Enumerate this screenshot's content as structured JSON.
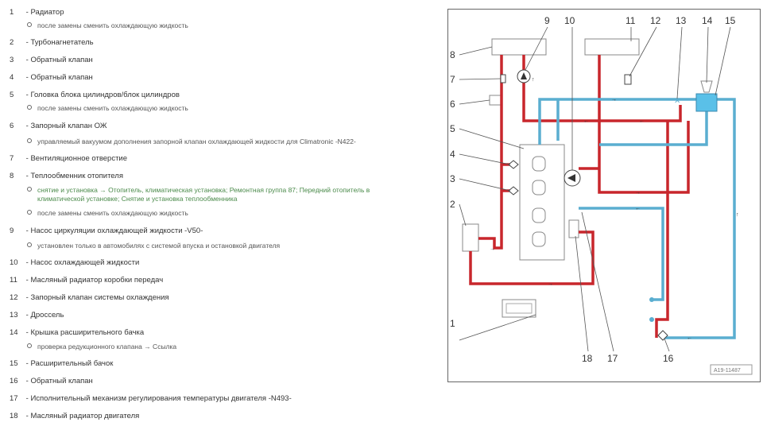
{
  "legend": {
    "items": [
      {
        "num": "1",
        "label": "Радиатор",
        "sub": [
          "после замены сменить охлаждающую жидкость"
        ]
      },
      {
        "num": "2",
        "label": "Турбонагнетатель",
        "sub": []
      },
      {
        "num": "3",
        "label": "Обратный клапан",
        "sub": []
      },
      {
        "num": "4",
        "label": "Обратный клапан",
        "sub": []
      },
      {
        "num": "5",
        "label": "Головка блока цилиндров/блок цилиндров",
        "sub": [
          "после замены сменить охлаждающую жидкость"
        ]
      },
      {
        "num": "6",
        "label": "Запорный клапан ОЖ",
        "sub": [
          "управляемый вакуумом дополнения запорной клапан охлаждающей жидкости для Climatronic -N422-"
        ]
      },
      {
        "num": "7",
        "label": "Вентиляционное отверстие",
        "sub": []
      },
      {
        "num": "8",
        "label": "Теплообменник отопителя",
        "sub": [
          "снятие и установка → Отопитель, климатическая установка; Ремонтная группа 87; Передний отопитель в климатической установке; Снятие и установка теплообменника",
          "после замены сменить охлаждающую жидкость"
        ]
      },
      {
        "num": "9",
        "label": "Насос циркуляции охлаждающей жидкости -V50-",
        "sub": [
          "установлен только в автомобилях с системой впуска и остановкой двигателя"
        ]
      },
      {
        "num": "10",
        "label": "Насос охлаждающей жидкости",
        "sub": []
      },
      {
        "num": "11",
        "label": "Масляный радиатор коробки передач",
        "sub": []
      },
      {
        "num": "12",
        "label": "Запорный клапан системы охлаждения",
        "sub": []
      },
      {
        "num": "13",
        "label": "Дроссель",
        "sub": []
      },
      {
        "num": "14",
        "label": "Крышка расширительного бачка",
        "sub": [
          "проверка редукционного клапана → Ссылка"
        ]
      },
      {
        "num": "15",
        "label": "Расширительный бачок",
        "sub": []
      },
      {
        "num": "16",
        "label": "Обратный клапан",
        "sub": []
      },
      {
        "num": "17",
        "label": "Исполнительный механизм регулирования температуры двигателя -N493-",
        "sub": []
      },
      {
        "num": "18",
        "label": "Масляный радиатор двигателя",
        "sub": []
      }
    ]
  },
  "diagram": {
    "callouts": [
      "1",
      "2",
      "3",
      "4",
      "5",
      "6",
      "7",
      "8",
      "9",
      "10",
      "11",
      "12",
      "13",
      "14",
      "15",
      "16",
      "17",
      "18"
    ],
    "ref_code": "A19-11487",
    "colors": {
      "hot": "#c8262c",
      "cold": "#5aaed0",
      "outline": "#888888"
    }
  }
}
